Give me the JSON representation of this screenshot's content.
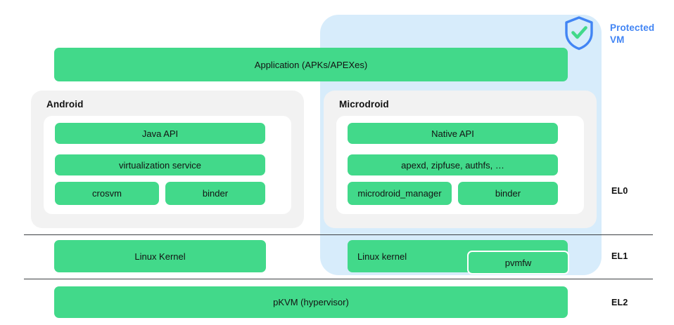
{
  "diagram": {
    "title": "Protected VM architecture",
    "colors": {
      "green": "#42d98a",
      "protected_vm_blue_fill": "#d7ecfb",
      "protected_vm_blue_text": "#4285f4",
      "card_gray": "#f2f2f2",
      "inner_white": "#ffffff",
      "rule": "#3c4043",
      "text": "#131313"
    }
  },
  "protected_vm": {
    "badge_icon": "shield-check-icon",
    "label": "Protected\nVM",
    "label_line1": "Protected",
    "label_line2": "VM"
  },
  "application": {
    "label": "Application (APKs/APEXes)"
  },
  "android": {
    "title": "Android",
    "boxes": [
      {
        "label": "Java API"
      },
      {
        "label": "virtualization service"
      },
      {
        "label": "crosvm"
      },
      {
        "label": "binder"
      }
    ],
    "kernel": {
      "label": "Linux Kernel"
    }
  },
  "microdroid": {
    "title": "Microdroid",
    "boxes": [
      {
        "label": "Native API"
      },
      {
        "label": "apexd, zipfuse, authfs, …"
      },
      {
        "label": "microdroid_manager"
      },
      {
        "label": "binder"
      }
    ],
    "kernel": {
      "label": "Linux kernel"
    },
    "firmware": {
      "label": "pvmfw"
    }
  },
  "hypervisor": {
    "label": "pKVM (hypervisor)"
  },
  "exception_levels": [
    {
      "label": "EL0"
    },
    {
      "label": "EL1"
    },
    {
      "label": "EL2"
    }
  ]
}
